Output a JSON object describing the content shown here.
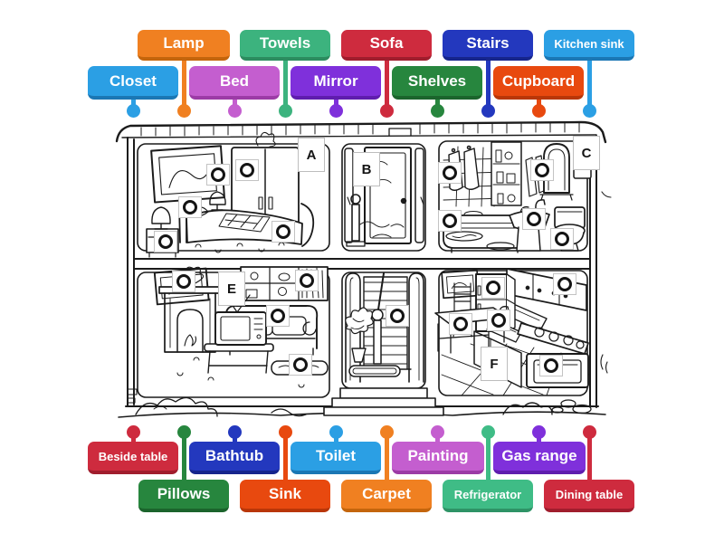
{
  "activity": {
    "background_color": "#ffffff",
    "line_art_color": "#1b1b1b",
    "answer_spots_count": 20
  },
  "labels": [
    {
      "text": "Lamp",
      "color": "#F08021",
      "shade": "#C4650C"
    },
    {
      "text": "Towels",
      "color": "#3CB37E",
      "shade": "#2C8C5F"
    },
    {
      "text": "Sofa",
      "color": "#CE2B3E",
      "shade": "#A01D2D"
    },
    {
      "text": "Stairs",
      "color": "#2338BE",
      "shade": "#16258C"
    },
    {
      "text": "Kitchen sink",
      "color": "#2B9FE4",
      "shade": "#1B77B4"
    },
    {
      "text": "Closet",
      "color": "#2B9FE4",
      "shade": "#1B77B4"
    },
    {
      "text": "Bed",
      "color": "#C45ECF",
      "shade": "#9C3BA6"
    },
    {
      "text": "Mirror",
      "color": "#7F30DB",
      "shade": "#5F1DAE"
    },
    {
      "text": "Shelves",
      "color": "#27863E",
      "shade": "#1B642C"
    },
    {
      "text": "Cupboard",
      "color": "#E8490F",
      "shade": "#B93608"
    },
    {
      "text": "Beside table",
      "color": "#CE2B3E",
      "shade": "#A01D2D"
    },
    {
      "text": "Bathtub",
      "color": "#2338BE",
      "shade": "#16258C"
    },
    {
      "text": "Toilet",
      "color": "#2B9FE4",
      "shade": "#1B77B4"
    },
    {
      "text": "Painting",
      "color": "#C45ECF",
      "shade": "#9C3BA6"
    },
    {
      "text": "Gas range",
      "color": "#7F30DB",
      "shade": "#5F1DAE"
    },
    {
      "text": "Pillows",
      "color": "#27863E",
      "shade": "#1B642C"
    },
    {
      "text": "Sink",
      "color": "#E8490F",
      "shade": "#B93608"
    },
    {
      "text": "Carpet",
      "color": "#F08021",
      "shade": "#C4650C"
    },
    {
      "text": "Refrigerator",
      "color": "#3FBC86",
      "shade": "#2E9366"
    },
    {
      "text": "Dining table",
      "color": "#CE2B3E",
      "shade": "#A01D2D"
    }
  ],
  "markers": [
    {
      "letter": "A"
    },
    {
      "letter": "B"
    },
    {
      "letter": "C"
    },
    {
      "letter": "E"
    },
    {
      "letter": "F"
    }
  ]
}
